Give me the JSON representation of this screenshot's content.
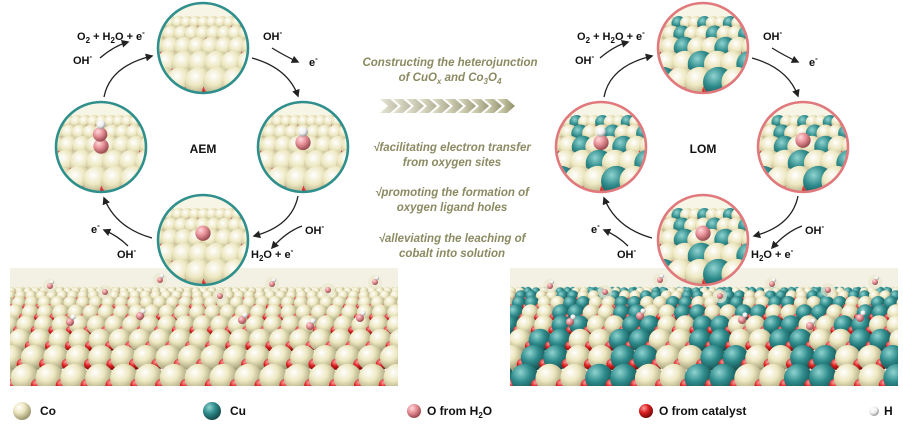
{
  "colors": {
    "co": "#ede7c0",
    "cu": "#2e8b8b",
    "o_h2o": "#e58f95",
    "o_cat": "#d81e1e",
    "h": "#f4f4f4",
    "aem_ring": "#2f8f8c",
    "lom_ring": "#e0787c",
    "center_text": "#8b8a62"
  },
  "aem": {
    "label": "AEM",
    "top_left": {
      "main": "O",
      "sub": "2",
      "rest": " + H",
      "sub2": "2",
      "rest2": "O + e",
      "sup": "-"
    },
    "left_oh": {
      "main": "OH",
      "sup": "-"
    },
    "top_right_oh": {
      "main": "OH",
      "sup": "-"
    },
    "right_e": {
      "main": "e",
      "sup": "-"
    },
    "bottom_right_oh": {
      "main": "OH",
      "sup": "-"
    },
    "bottom_right_h2o": {
      "main": "H",
      "sub": "2",
      "rest": "O + e",
      "sup": "-"
    },
    "bottom_left_e": {
      "main": "e",
      "sup": "-"
    },
    "bottom_left_oh": {
      "main": "OH",
      "sup": "-"
    }
  },
  "lom": {
    "label": "LOM",
    "top_left": {
      "main": "O",
      "sub": "2",
      "rest": " + H",
      "sub2": "2",
      "rest2": "O + e",
      "sup": "-"
    },
    "left_oh": {
      "main": "OH",
      "sup": "-"
    },
    "top_right_oh": {
      "main": "OH",
      "sup": "-"
    },
    "right_e": {
      "main": "e",
      "sup": "-"
    },
    "bottom_right_oh": {
      "main": "OH",
      "sup": "-"
    },
    "bottom_right_h2o": {
      "main": "H",
      "sub": "2",
      "rest": "O + e",
      "sup": "-"
    },
    "bottom_left_e": {
      "main": "e",
      "sup": "-"
    },
    "bottom_left_oh": {
      "main": "OH",
      "sup": "-"
    }
  },
  "center": {
    "heading_line1": "Constructing the heterojunction",
    "heading_line2_pre": "of CuO",
    "heading_line2_sub1": "x",
    "heading_line2_mid": " and Co",
    "heading_line2_sub2": "3",
    "heading_line2_o": "O",
    "heading_line2_sub3": "4",
    "bullets": [
      {
        "l1": "√facilitating electron transfer",
        "l2": "from oxygen sites"
      },
      {
        "l1": "√promoting the formation of",
        "l2": "oxygen ligand holes"
      },
      {
        "l1": "√alleviating the leaching of",
        "l2": "cobalt into solution"
      }
    ]
  },
  "legend": {
    "co": "Co",
    "cu": "Cu",
    "o_h2o_pre": "O from H",
    "o_h2o_sub": "2",
    "o_h2o_post": "O",
    "o_cat": "O from catalyst",
    "h": "H"
  }
}
